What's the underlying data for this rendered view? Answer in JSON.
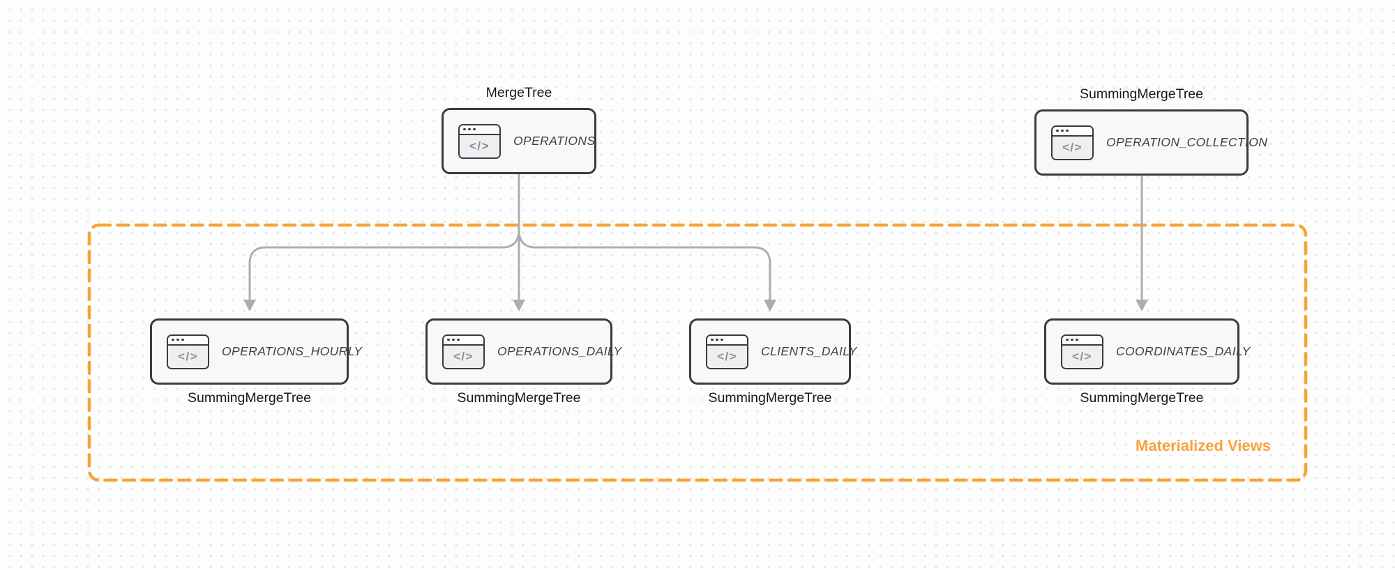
{
  "diagram": {
    "group": {
      "label": "Materialized Views"
    },
    "nodes": {
      "operations": {
        "engine": "MergeTree",
        "table": "OPERATIONS"
      },
      "operation_collection": {
        "engine": "SummingMergeTree",
        "table": "OPERATION_COLLECTION"
      },
      "operations_hourly": {
        "table": "OPERATIONS_HOURLY",
        "engine": "SummingMergeTree"
      },
      "operations_daily": {
        "table": "OPERATIONS_DAILY",
        "engine": "SummingMergeTree"
      },
      "clients_daily": {
        "table": "CLIENTS_DAILY",
        "engine": "SummingMergeTree"
      },
      "coordinates_daily": {
        "table": "COORDINATES_DAILY",
        "engine": "SummingMergeTree"
      }
    },
    "edges": [
      {
        "from": "OPERATIONS",
        "to": "OPERATIONS_HOURLY"
      },
      {
        "from": "OPERATIONS",
        "to": "OPERATIONS_DAILY"
      },
      {
        "from": "OPERATIONS",
        "to": "CLIENTS_DAILY"
      },
      {
        "from": "OPERATION_COLLECTION",
        "to": "COORDINATES_DAILY"
      }
    ]
  },
  "icons": {
    "code_window_glyph": "</>"
  },
  "colors": {
    "accent_orange_border": "#F7A334",
    "accent_orange_text": "#F9A23D",
    "node_border": "#3A3A40",
    "node_fill": "#F8F8F9",
    "arrow_gray": "#ABADB0",
    "label_dark": "#18181B",
    "table_text": "#3F3F46",
    "background": "#FDFDFD",
    "grid_dot": "#E3E3E7"
  }
}
